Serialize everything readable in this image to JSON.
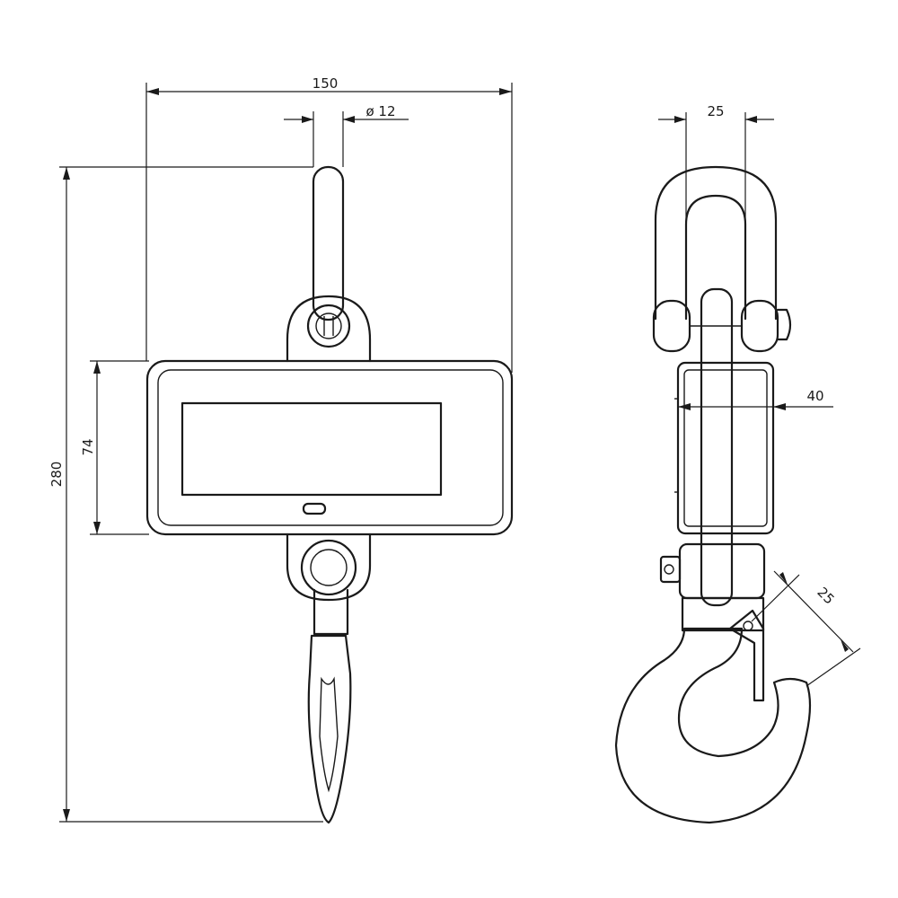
{
  "front_view": {
    "width_label": "150",
    "diameter_label": "ø 12",
    "height_label": "280",
    "display_height_label": "74"
  },
  "side_view": {
    "shackle_width_label": "25",
    "body_depth_label": "40",
    "hook_opening_label": "25"
  },
  "colors": {
    "line": "#1a1a1a",
    "background": "#ffffff"
  }
}
